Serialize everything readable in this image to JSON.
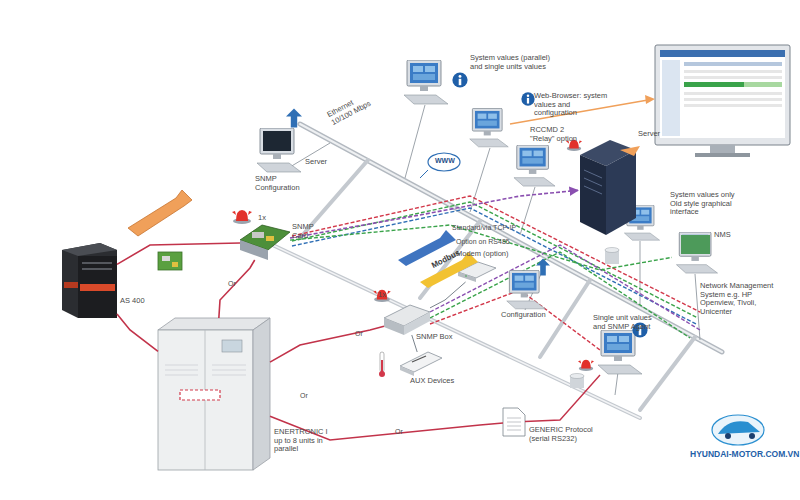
{
  "diagram": {
    "nodes": [
      {
        "text": [
          "AS 400"
        ]
      },
      {
        "text": [
          "1x",
          "SNMP Card"
        ]
      },
      {
        "text": [
          "1x",
          "SNMP Box"
        ]
      },
      {
        "text": [
          "ENERTRONIC I up to 8 units in parallel"
        ]
      },
      {
        "text": [
          "AUX Devices"
        ]
      },
      {
        "text": [
          "Modem (option)"
        ]
      },
      {
        "text": [
          "Server",
          "SNMP Configuration"
        ]
      },
      {
        "text": [
          "System values (parallel) and single units values"
        ]
      },
      {
        "text": [
          "Web-Browser: system values and configuration"
        ]
      },
      {
        "text": [
          "RCCMD 2 \"Relay\" option"
        ]
      },
      {
        "text": [
          "Server"
        ]
      },
      {
        "text": [
          "System values only Old style graphical interface"
        ]
      },
      {
        "text": [
          "NMS",
          "Network Management System e.g. HP Openview, Tivoli, Unicenter"
        ]
      },
      {
        "text": [
          "Configuration"
        ]
      },
      {
        "text": [
          "Single unit values and SNMP Agent"
        ]
      },
      {
        "text": [
          "GENERIC Protocol (serial RS232)"
        ]
      }
    ],
    "edges": [
      {
        "from": 0,
        "to": 3,
        "arrow": "none"
      },
      {
        "from": 3,
        "to": 1,
        "arrow": "none"
      },
      {
        "from": 3,
        "to": 2,
        "arrow": "none"
      },
      {
        "from": 3,
        "to": 15,
        "arrow": "none"
      },
      {
        "from": 2,
        "to": 4,
        "arrow": "none"
      },
      {
        "from": 2,
        "to": 5,
        "arrow": "none"
      },
      {
        "from": 1,
        "to": 10,
        "arrow": "to"
      },
      {
        "from": 1,
        "to": 12,
        "arrow": "none"
      },
      {
        "from": 15,
        "to": 14,
        "arrow": "none"
      },
      {
        "from": 0,
        "to": 1,
        "arrow": "none"
      }
    ],
    "labels": [
      "Ethernet 10/100 Mbps",
      "Profibus",
      "Standard/via TCP-IP",
      "Option on RS485",
      "Modbus",
      "Modbus",
      "WWW",
      "Or",
      "Or",
      "Or",
      "Or",
      "HYUNDAI-MOTOR.COM.VN"
    ]
  }
}
